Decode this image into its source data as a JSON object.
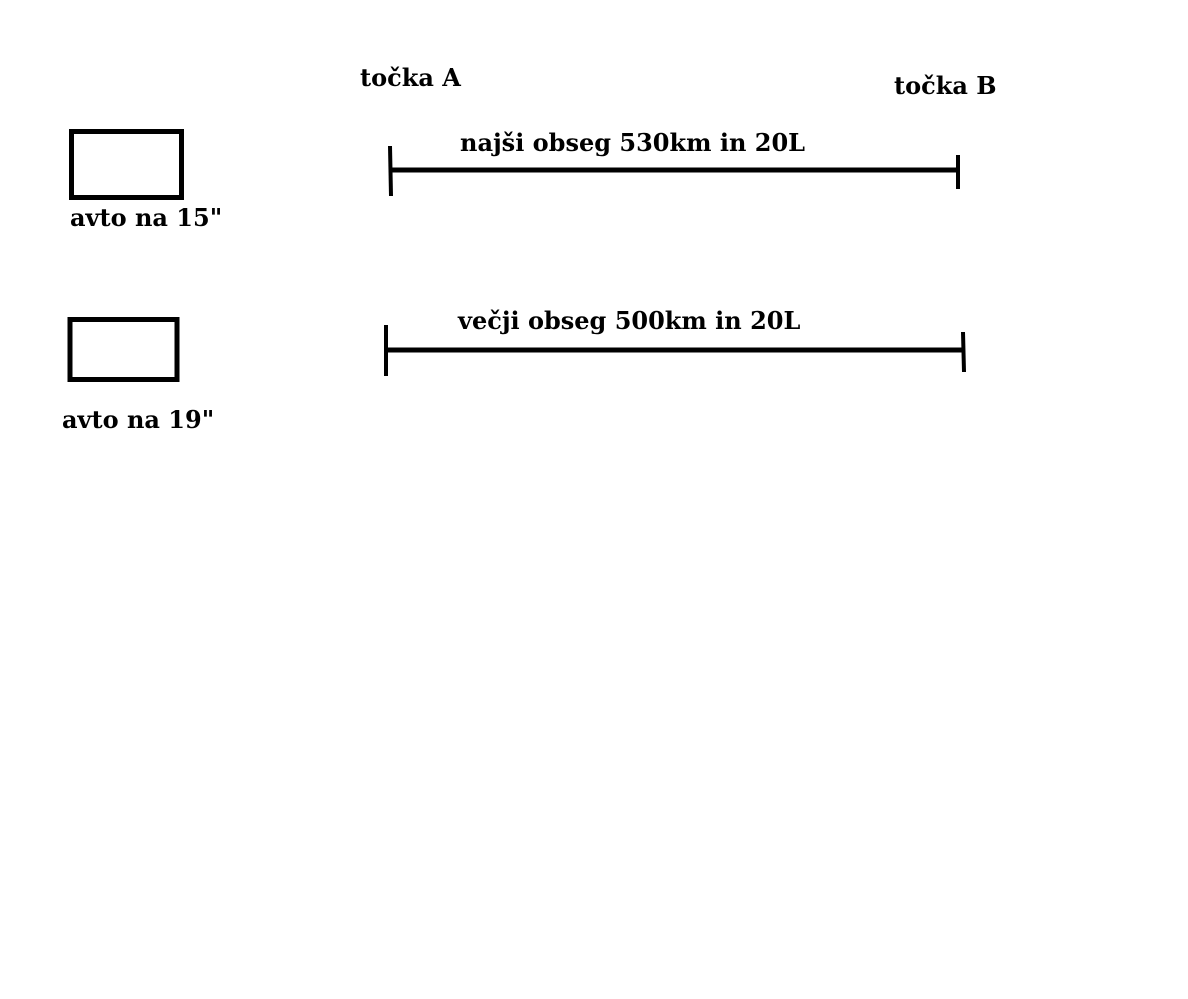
{
  "points": {
    "a": "točka A",
    "b": "točka B"
  },
  "rows": [
    {
      "car_label": "avto na 15\"",
      "range_label": "najši obseg 530km in 20L"
    },
    {
      "car_label": "avto na 19\"",
      "range_label": "večji obseg 500km in 20L"
    }
  ],
  "colors": {
    "stroke": "#000000",
    "background": "#ffffff"
  }
}
